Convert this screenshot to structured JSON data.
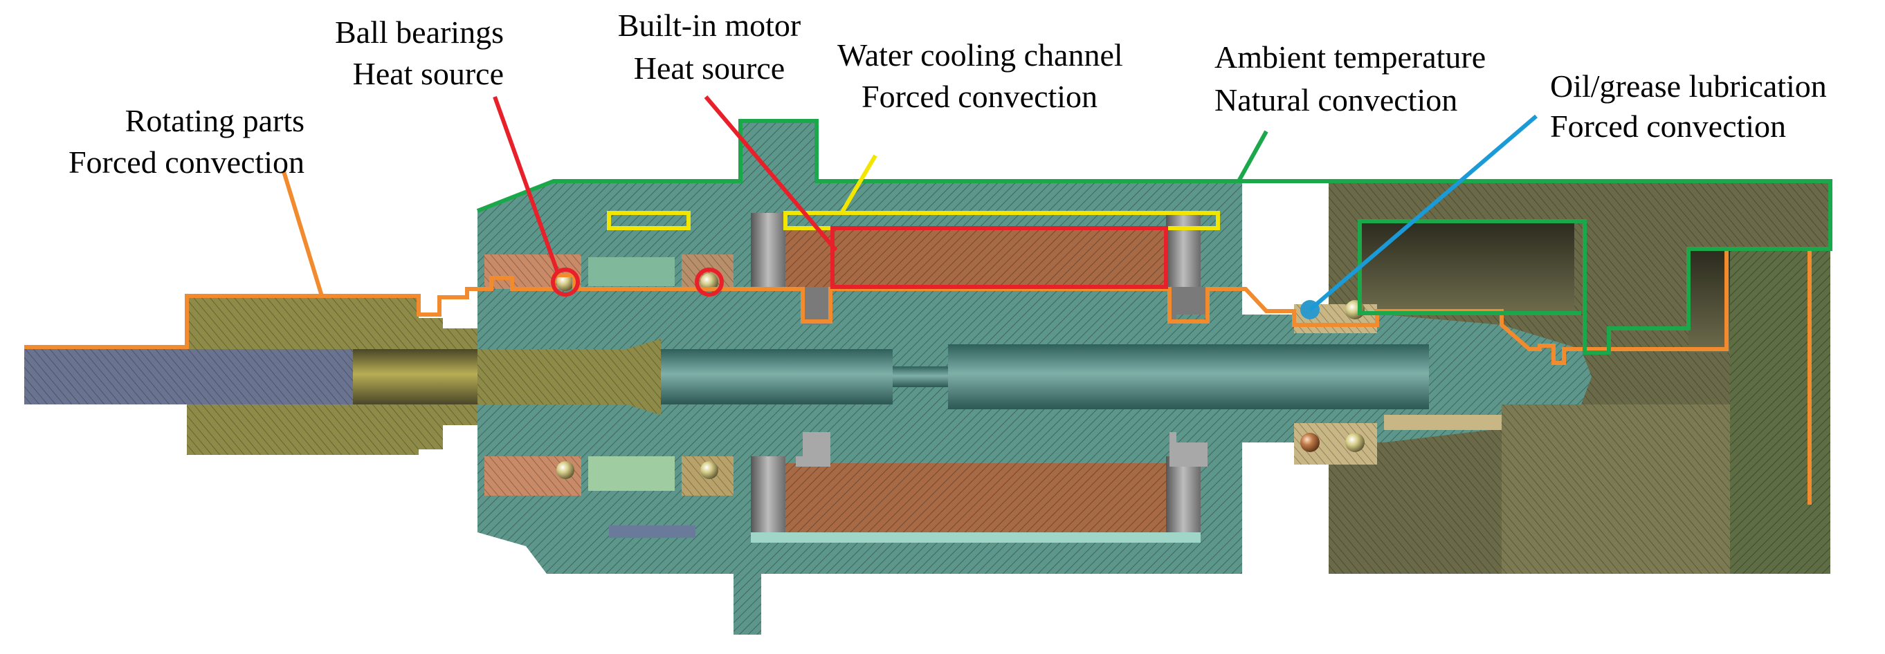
{
  "labels": {
    "rotating_parts": {
      "line1": "Rotating parts",
      "line2": "Forced convection"
    },
    "ball_bearings": {
      "line1": "Ball bearings",
      "line2": "Heat source"
    },
    "builtin_motor": {
      "line1": "Built-in motor",
      "line2": "Heat source"
    },
    "water_cooling": {
      "line1": "Water cooling channel",
      "line2": "Forced convection"
    },
    "ambient": {
      "line1": "Ambient temperature",
      "line2": "Natural convection"
    },
    "lubrication": {
      "line1": "Oil/grease lubrication",
      "line2": "Forced convection"
    }
  },
  "colors": {
    "rotating_parts": "#f28a2e",
    "heat_source": "#e8202a",
    "water_cooling": "#f2e600",
    "ambient": "#1aa84a",
    "lubrication": "#1a9ad6",
    "housing": "#5d968a",
    "shaft": "#4f8c86",
    "tool_holder": "#8e8a48",
    "motor_winding": "#a86a45",
    "tool": "#6a7490",
    "rear_housing": "#6b6a48"
  }
}
